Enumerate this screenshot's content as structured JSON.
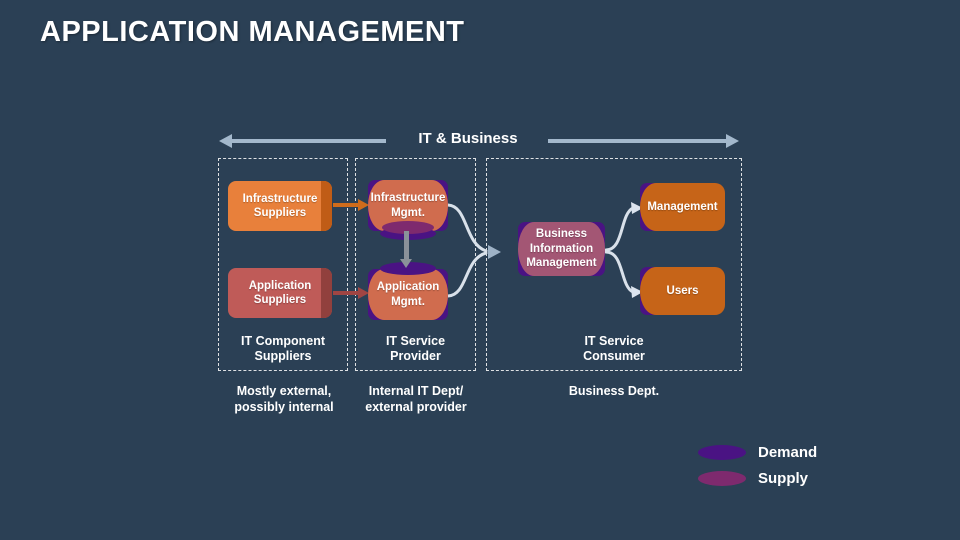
{
  "title": "APPLICATION MANAGEMENT",
  "axis": {
    "label": "IT & Business"
  },
  "columns": [
    {
      "label": "IT Component\nSuppliers",
      "note": "Mostly external,\npossibly internal"
    },
    {
      "label": "IT Service\nProvider",
      "note": "Internal IT Dept/\nexternal provider"
    },
    {
      "label": "IT Service\nConsumer",
      "note": "Business Dept."
    }
  ],
  "nodes": {
    "infrastructure_suppliers": "Infrastructure\nSuppliers",
    "application_suppliers": "Application\nSuppliers",
    "infrastructure_mgmt": "Infrastructure\nMgmt.",
    "application_mgmt": "Application\nMgmt.",
    "business_information_management": "Business\nInformation\nManagement",
    "management": "Management",
    "users": "Users"
  },
  "legend": [
    {
      "label": "Demand",
      "color": "#4a1383"
    },
    {
      "label": "Supply",
      "color": "#7e2a6e"
    }
  ],
  "colors": {
    "bg": "#2b4055",
    "axis_arrow": "#a3b8cc",
    "infra_supplier": "#e8803b",
    "infra_supplier_edge": "#c05c16",
    "app_supplier": "#bf5b58",
    "app_supplier_edge": "#91403d",
    "mgmt_face": "#d06c4e",
    "bim_face": "#a35674",
    "consumer_face": "#c66418",
    "demand": "#4a1383",
    "supply": "#7e2a6e",
    "arrow_orange": "#cf6c1c",
    "arrow_red": "#a04543",
    "arrow_gray": "#8a9199",
    "connector": "#d9e1ea"
  }
}
